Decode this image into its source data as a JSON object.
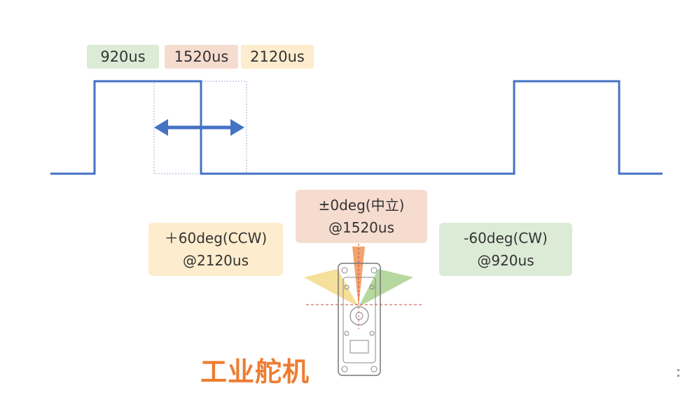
{
  "pulse_width_tags": [
    {
      "text": "920us",
      "color": "#dcebd6"
    },
    {
      "text": "1520us",
      "color": "#f6dccf"
    },
    {
      "text": "2120us",
      "color": "#fdeccd"
    }
  ],
  "positions": {
    "ccw": {
      "line1": "＋60deg(CCW)",
      "line2": "@2120us",
      "color": "#fdeccd"
    },
    "center": {
      "line1": "±0deg(中立)",
      "line2": "@1520us",
      "color": "#f6dccf"
    },
    "cw": {
      "line1": "-60deg(CW)",
      "line2": "@920us",
      "color": "#dcebd6"
    }
  },
  "caption": "工业舵机",
  "colors": {
    "signal": "#4472c4",
    "arrow": "#4472c4",
    "ccw_fan": "#f5d98a",
    "center_fan": "#ee9a5e",
    "cw_fan": "#a9d18e",
    "caption": "#ee7d31"
  },
  "icons": {
    "servo": "servo-motor-drawing",
    "double_arrow": "double-headed-arrow"
  }
}
